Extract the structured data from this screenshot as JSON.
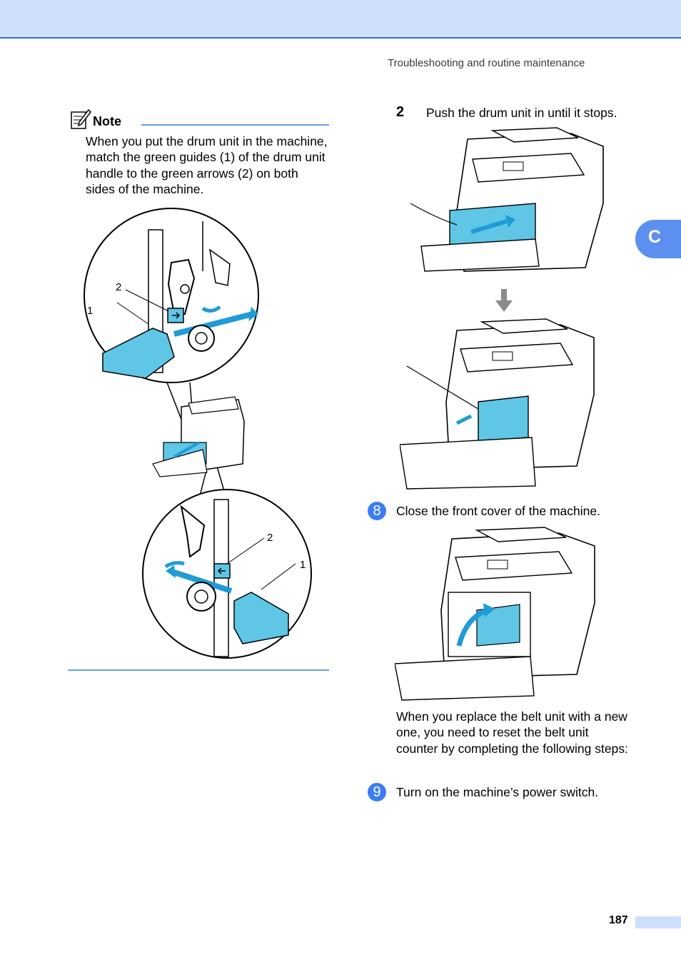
{
  "header": {
    "section_title": "Troubleshooting and routine maintenance"
  },
  "side_tab": {
    "letter": "C"
  },
  "note": {
    "label": "Note",
    "body": "When you put the drum unit in the machine, match the green guides (1) of the drum unit handle to the green arrows (2) on both sides of the machine.",
    "callouts": {
      "top_guide": "1",
      "top_arrow": "2",
      "bottom_arrow": "2",
      "bottom_guide": "1"
    }
  },
  "steps": [
    {
      "number": "2",
      "text": "Push the drum unit in until it stops."
    },
    {
      "number": "8",
      "text": "Close the front cover of the machine."
    },
    {
      "number": "9",
      "text": "Turn on the machine’s power switch."
    }
  ],
  "paragraph": "When you replace the belt unit with a new one, you need to reset the belt unit counter by completing the following steps:",
  "footer": {
    "page_number": "187"
  },
  "colors": {
    "header_band": "#cfe0fc",
    "accent_blue": "#3b7cf2",
    "rule_blue": "#6a9de6",
    "part_cyan": "#5fc6e6"
  }
}
